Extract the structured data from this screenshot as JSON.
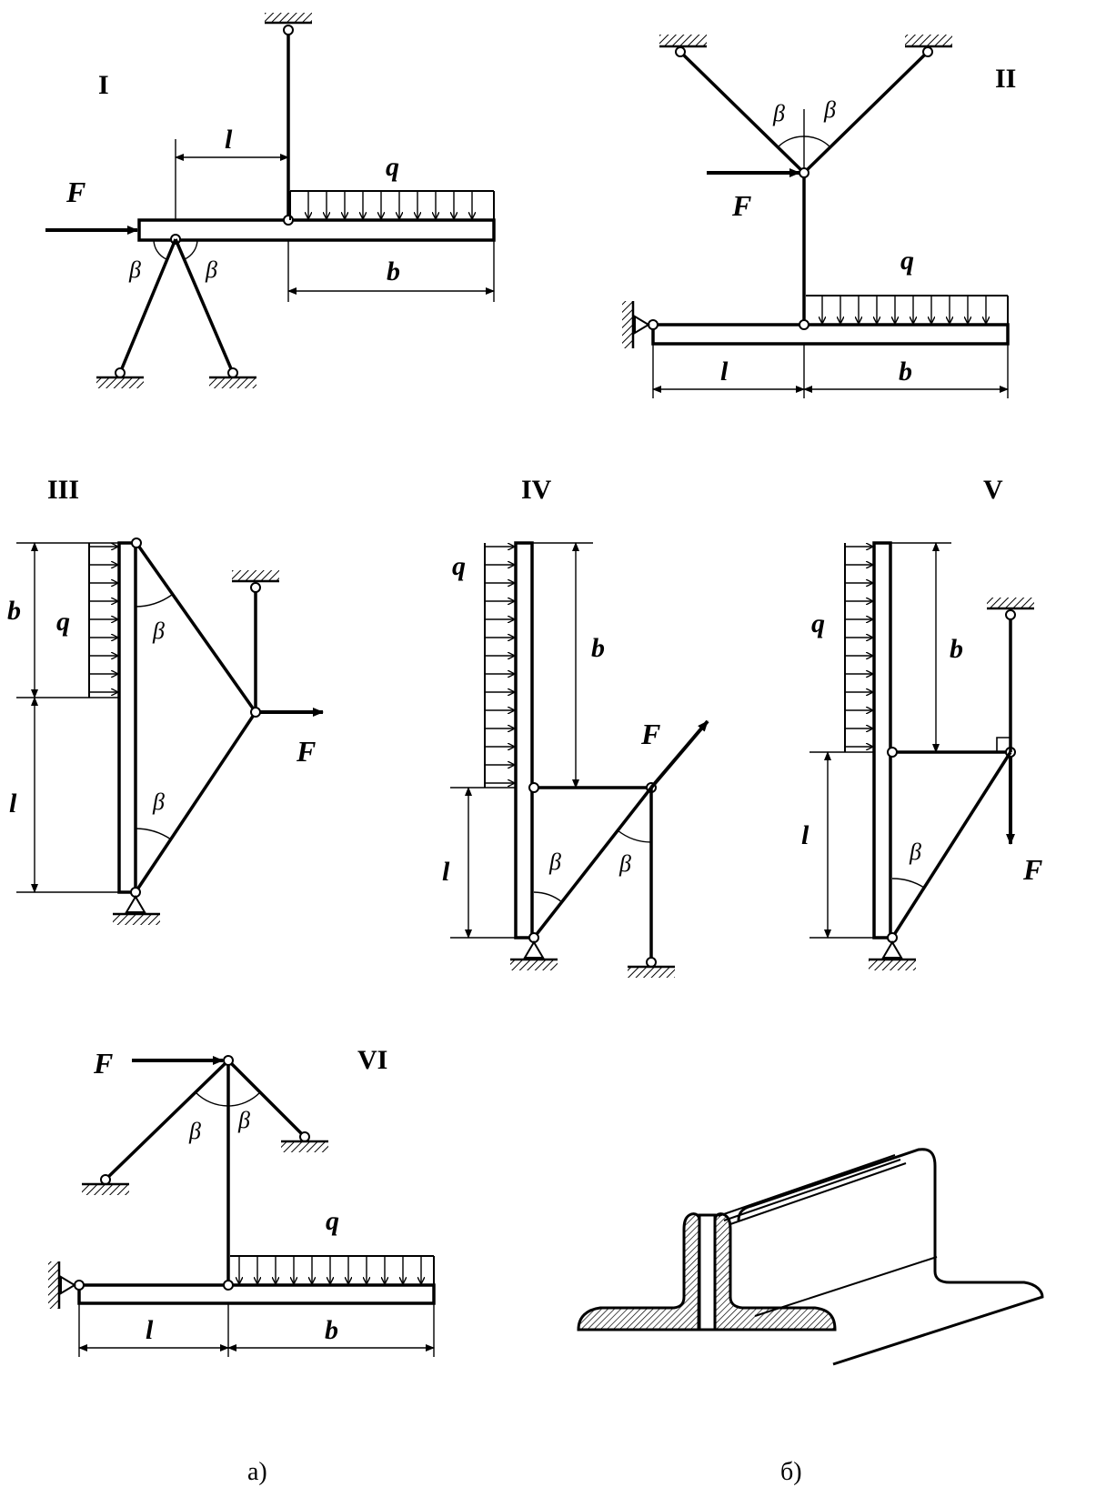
{
  "caption_a": "а)",
  "caption_b": "б)",
  "schemes": {
    "I": {
      "title": "I",
      "force": "F",
      "load": "q",
      "len1": "l",
      "len2": "b",
      "beta1": "β",
      "beta2": "β"
    },
    "II": {
      "title": "II",
      "force": "F",
      "load": "q",
      "len1": "l",
      "len2": "b",
      "beta1": "β",
      "beta2": "β"
    },
    "III": {
      "title": "III",
      "force": "F",
      "load": "q",
      "len1": "l",
      "len2": "b",
      "beta1": "β",
      "beta2": "β"
    },
    "IV": {
      "title": "IV",
      "force": "F",
      "load": "q",
      "len1": "l",
      "len2": "b",
      "beta1": "β",
      "beta2": "β"
    },
    "V": {
      "title": "V",
      "force": "F",
      "load": "q",
      "len1": "l",
      "len2": "b",
      "beta1": "β"
    },
    "VI": {
      "title": "VI",
      "force": "F",
      "load": "q",
      "len1": "l",
      "len2": "b",
      "beta1": "β",
      "beta2": "β"
    }
  }
}
